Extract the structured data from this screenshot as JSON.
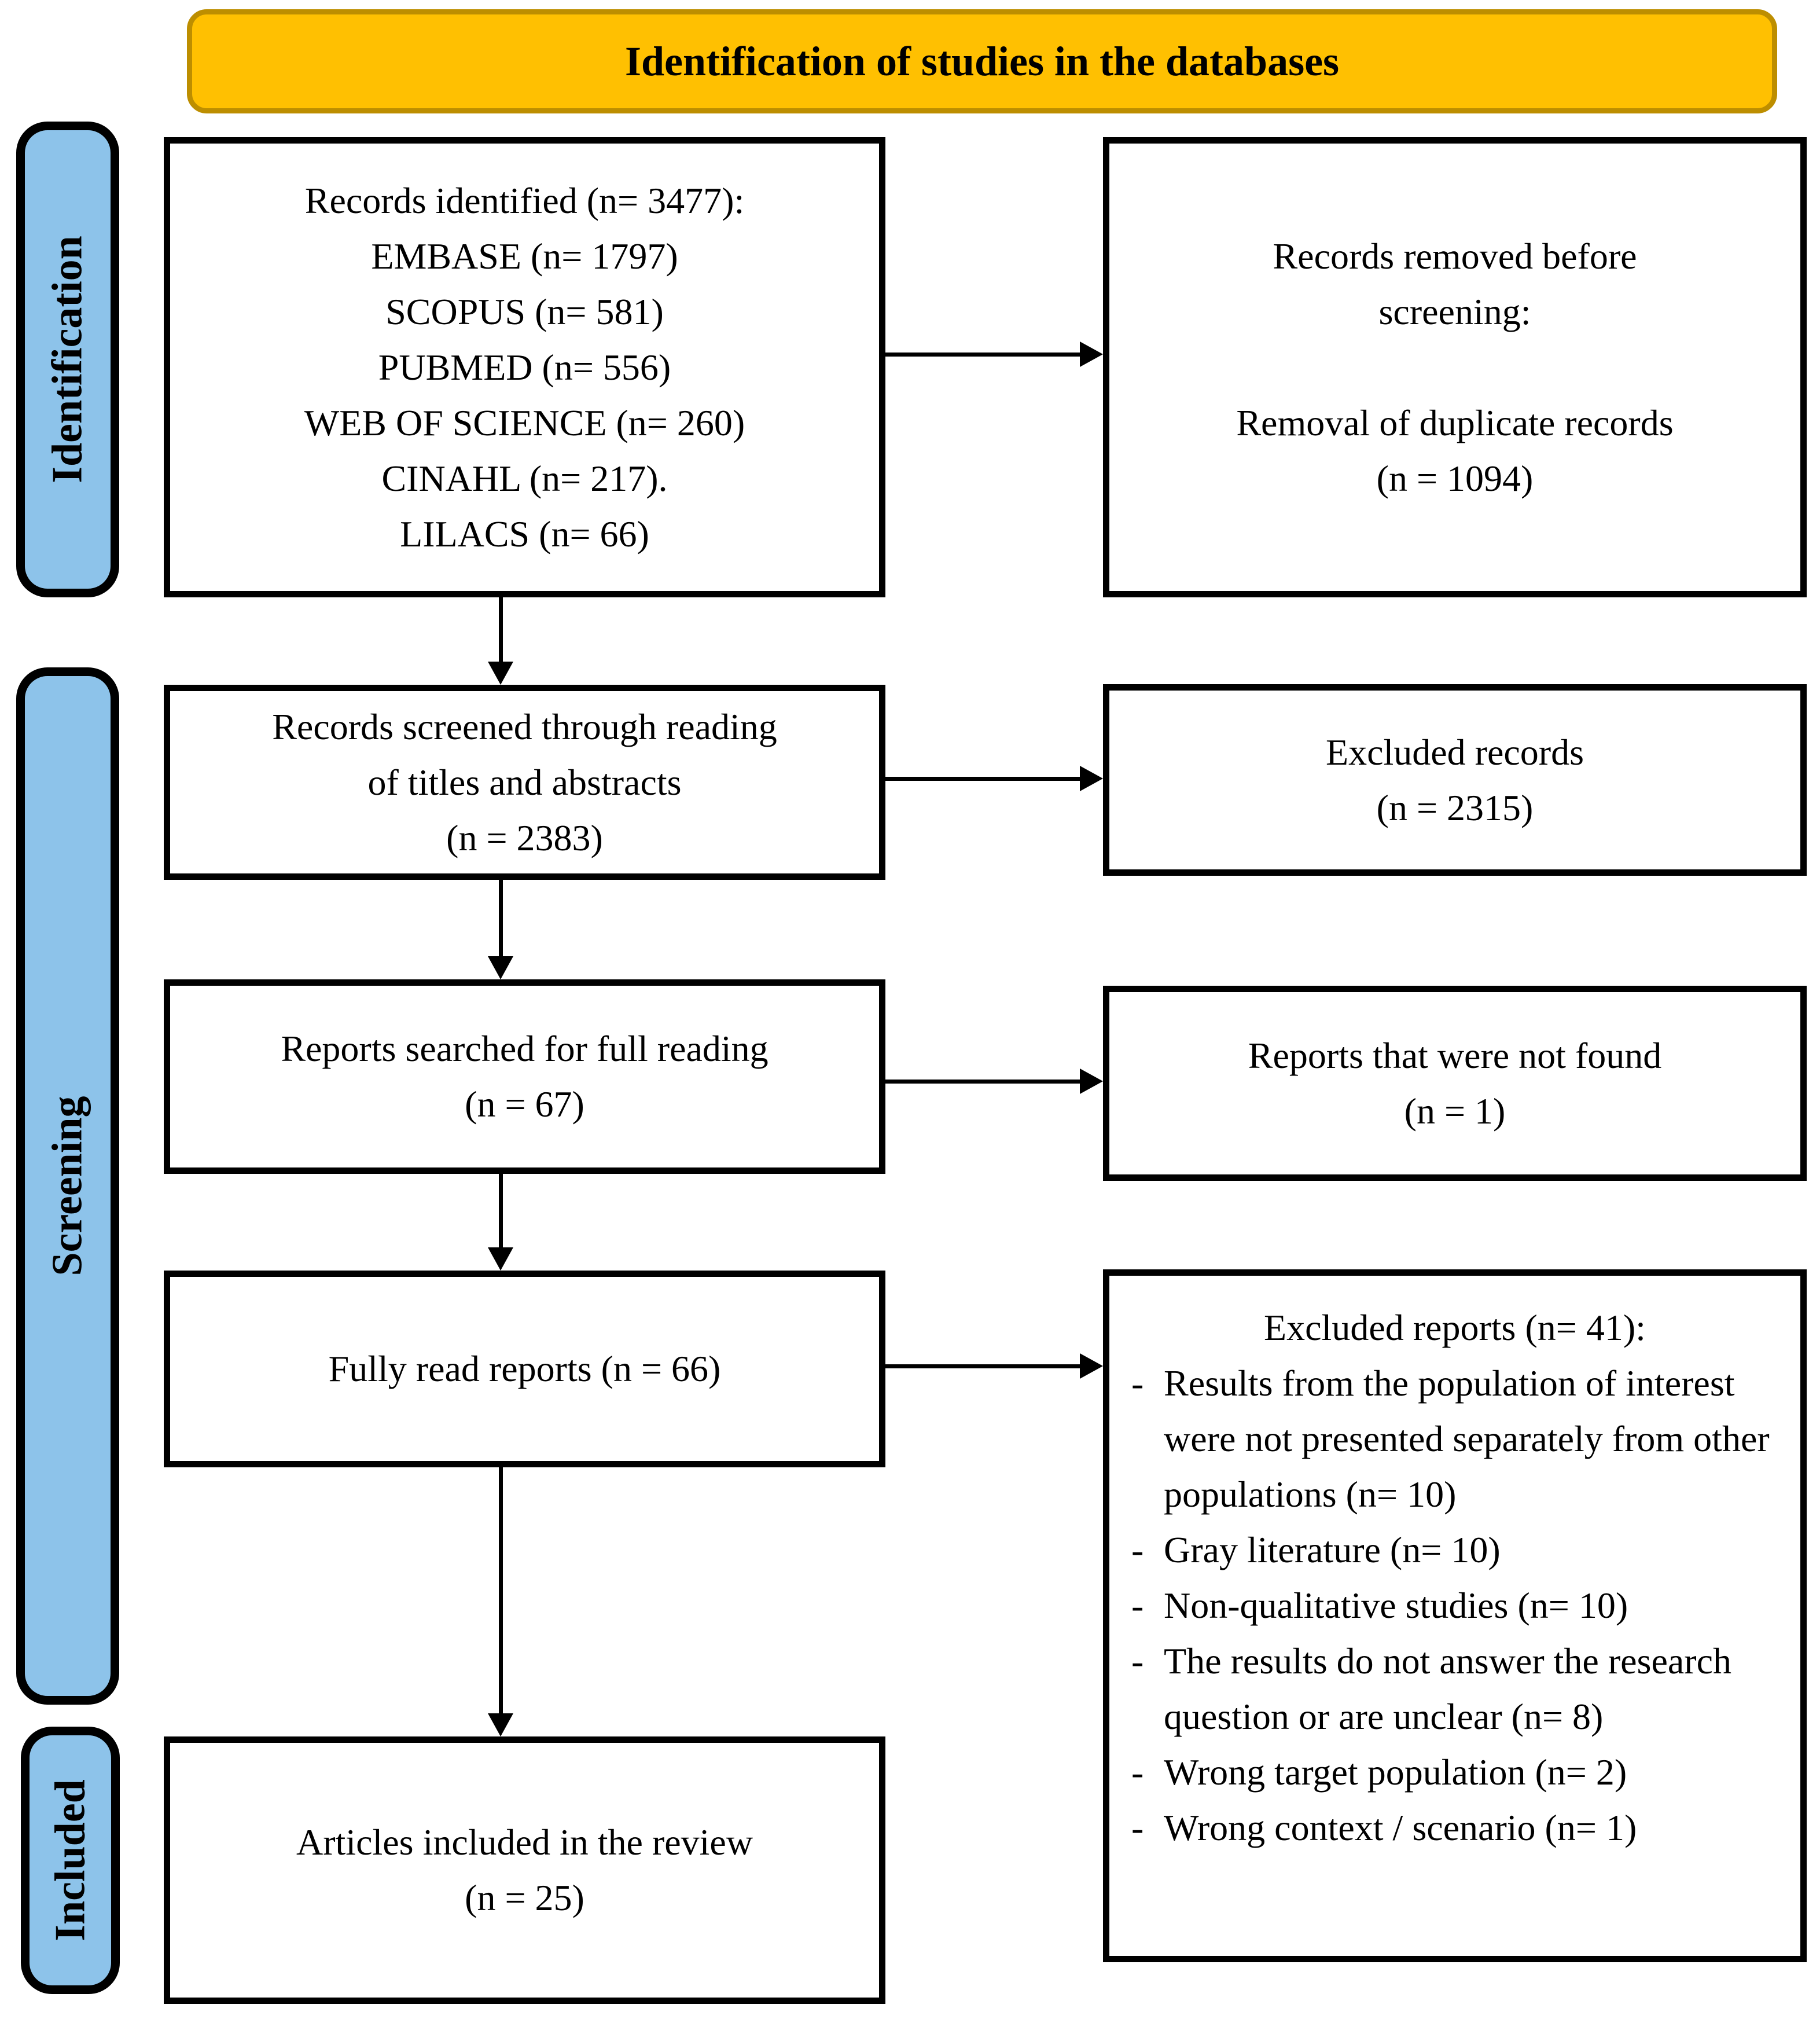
{
  "banner": {
    "title": "Identification of studies in the databases"
  },
  "sidebar": {
    "items": [
      {
        "label": "Identification"
      },
      {
        "label": "Screening"
      },
      {
        "label": "Included"
      }
    ]
  },
  "boxes": {
    "records_identified": {
      "lines": [
        "Records identified (n= 3477):",
        "EMBASE (n= 1797)",
        "SCOPUS (n= 581)",
        "PUBMED (n= 556)",
        "WEB OF SCIENCE (n= 260)",
        "CINAHL (n= 217).",
        "LILACS (n= 66)"
      ]
    },
    "records_removed": {
      "lines": [
        "Records removed before",
        "screening:",
        "",
        "Removal of duplicate records",
        "(n = 1094)"
      ]
    },
    "records_screened": {
      "lines": [
        "Records screened through reading",
        "of titles and abstracts",
        "(n = 2383)"
      ]
    },
    "excluded_records": {
      "lines": [
        "Excluded records",
        "(n = 2315)"
      ]
    },
    "reports_searched": {
      "lines": [
        "Reports searched for full reading",
        "(n = 67)"
      ]
    },
    "reports_not_found": {
      "lines": [
        "Reports that were not found",
        "(n = 1)"
      ]
    },
    "fully_read": {
      "lines": [
        "Fully read reports (n = 66)"
      ]
    },
    "excluded_reports": {
      "title": "Excluded reports (n= 41):",
      "items": [
        {
          "marker": "-",
          "text": "Results from the population of interest were not presented separately from other populations (n= 10)"
        },
        {
          "marker": "-",
          "text": "Gray literature (n= 10)"
        },
        {
          "marker": "-",
          "text": "Non-qualitative studies (n= 10)"
        },
        {
          "marker": "-",
          "text": "The results do not answer the research question or are unclear (n= 8)"
        },
        {
          "marker": "-",
          "text": "Wrong target population (n= 2)"
        },
        {
          "marker": "-",
          "text": "Wrong context / scenario (n= 1)"
        }
      ]
    },
    "articles_included": {
      "lines": [
        "Articles included in the review",
        "(n = 25)"
      ]
    }
  },
  "colors": {
    "banner_bg": "#FFC001",
    "banner_border": "#BD8E00",
    "stage_bg": "#8DC3EA",
    "box_border": "#000000",
    "arrow": "#000000"
  }
}
